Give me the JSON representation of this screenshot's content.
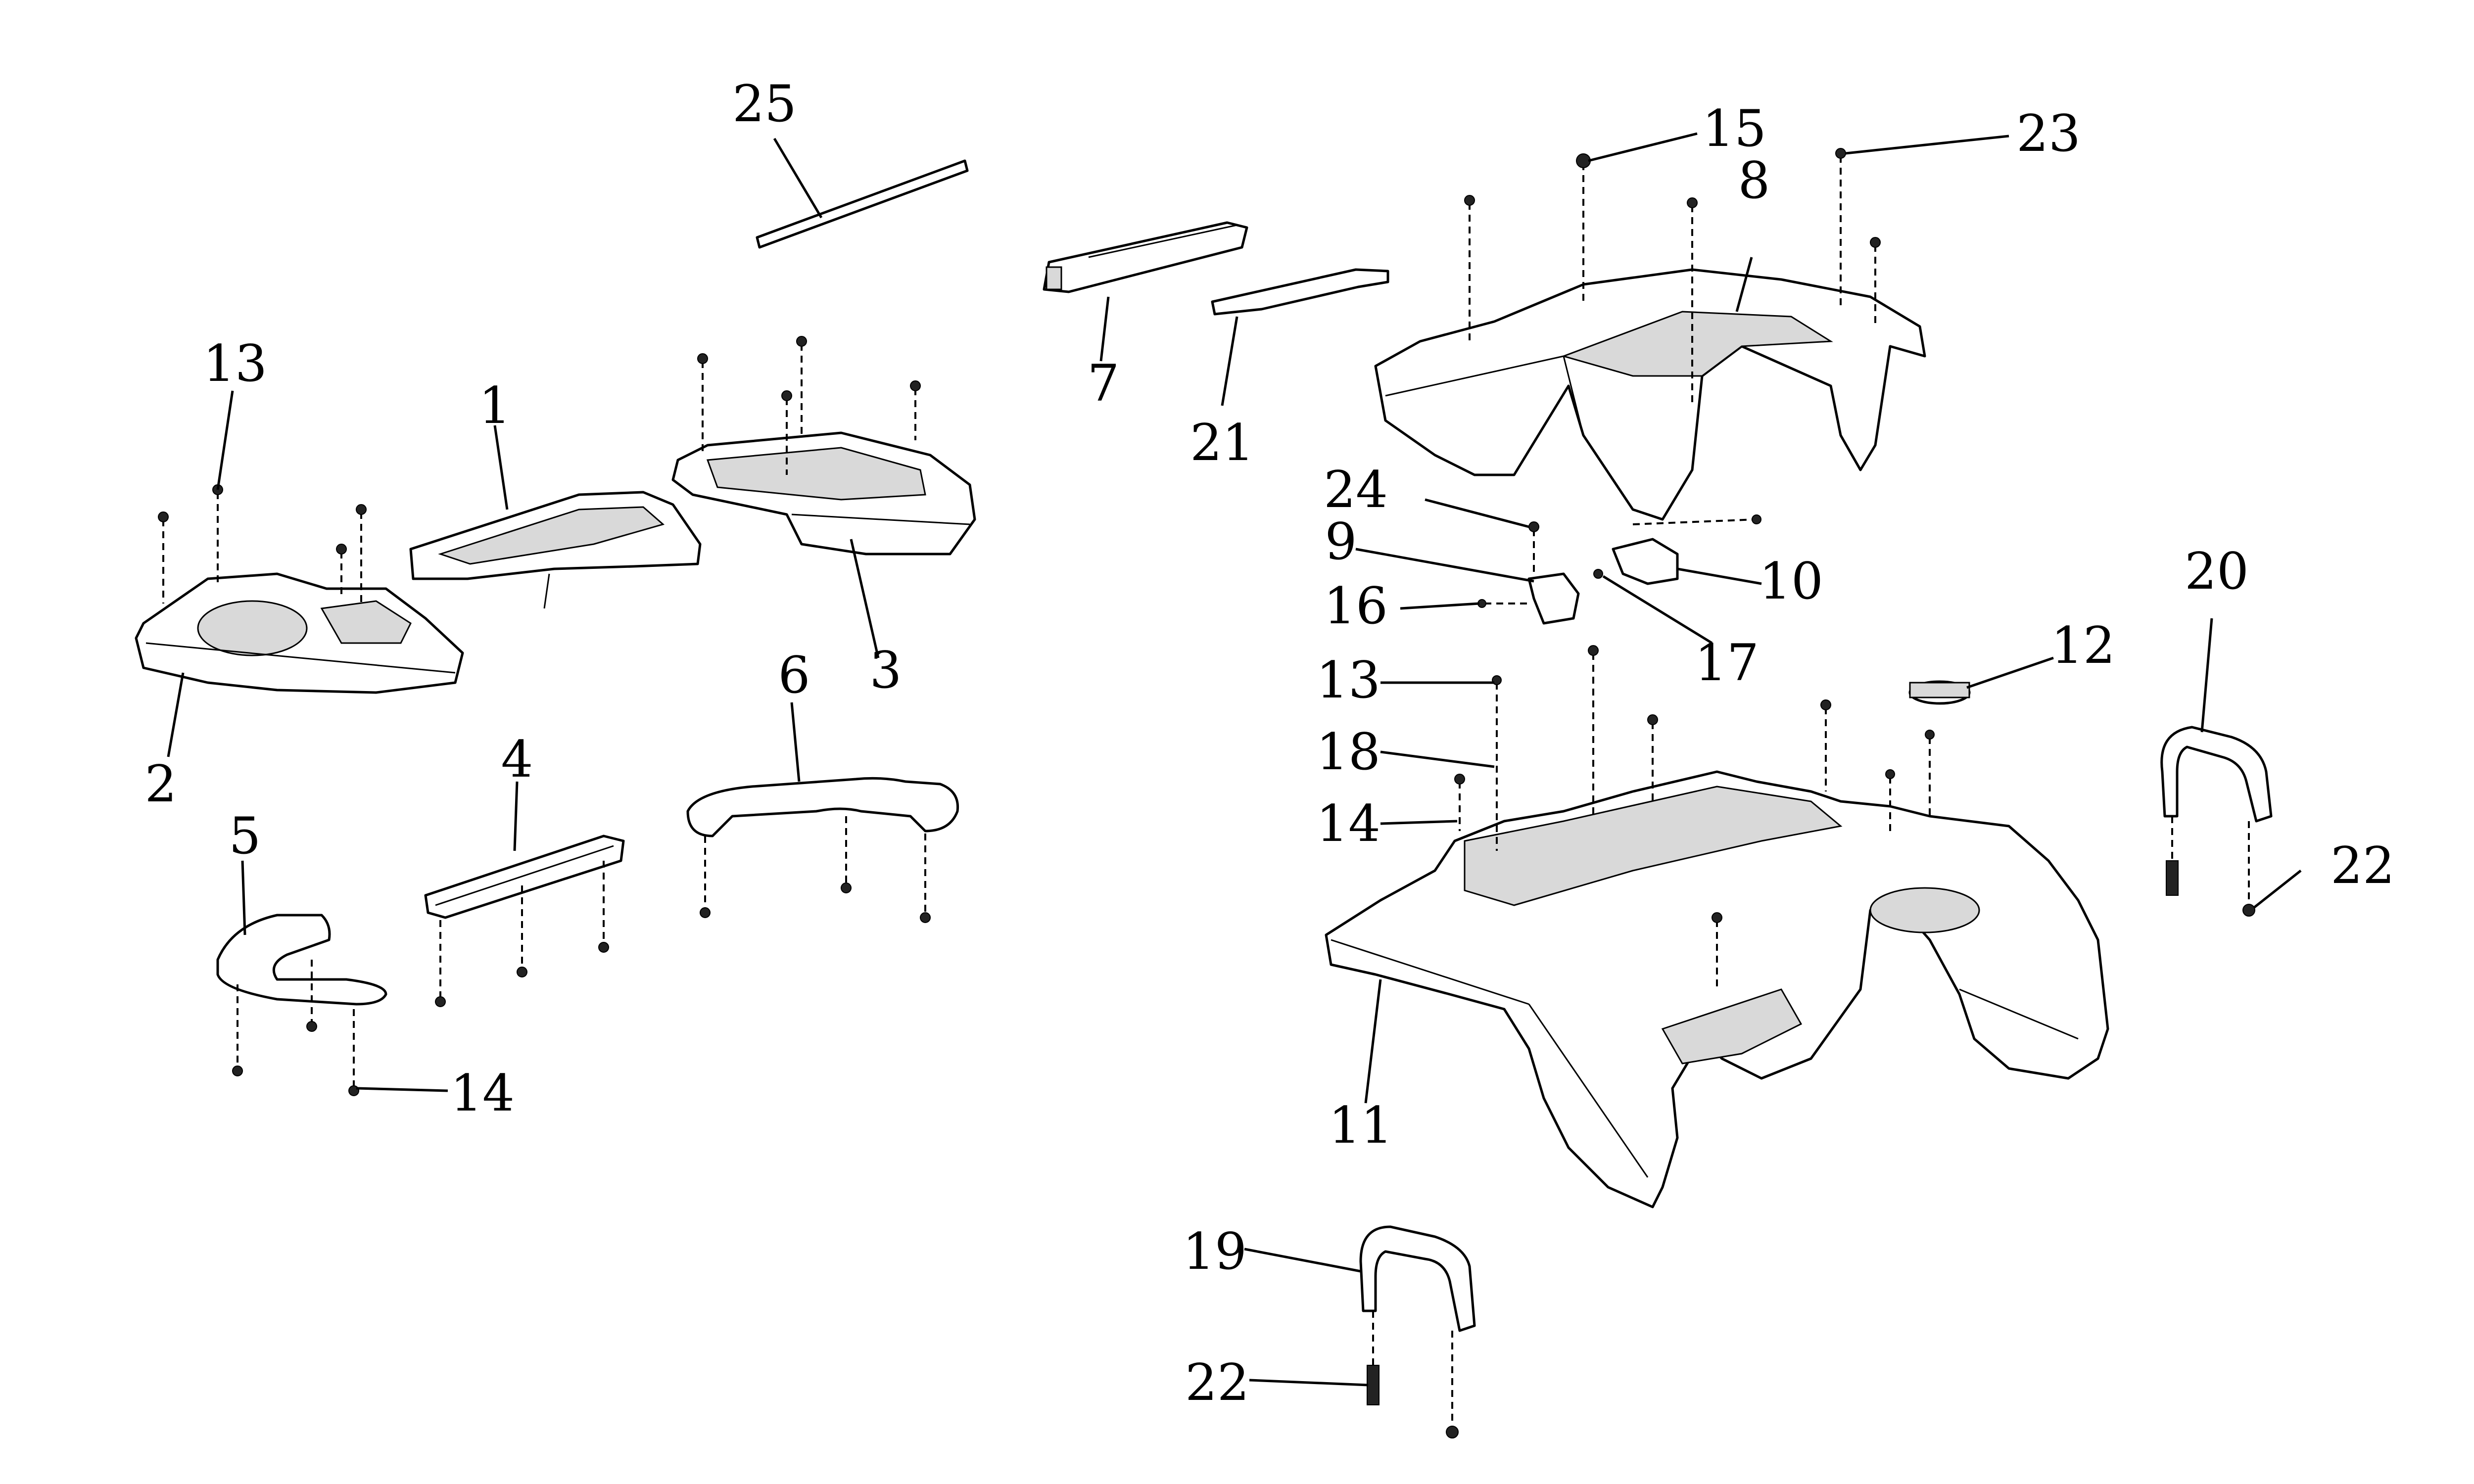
{
  "diagram": {
    "callouts": [
      "1",
      "2",
      "3",
      "4",
      "5",
      "6",
      "7",
      "8",
      "9",
      "10",
      "11",
      "12",
      "13",
      "14",
      "15",
      "16",
      "17",
      "18",
      "19",
      "20",
      "21",
      "22",
      "23",
      "24",
      "25"
    ],
    "callouts_repeated": {
      "13_b": "13",
      "14_b": "14",
      "22_b": "22"
    }
  }
}
